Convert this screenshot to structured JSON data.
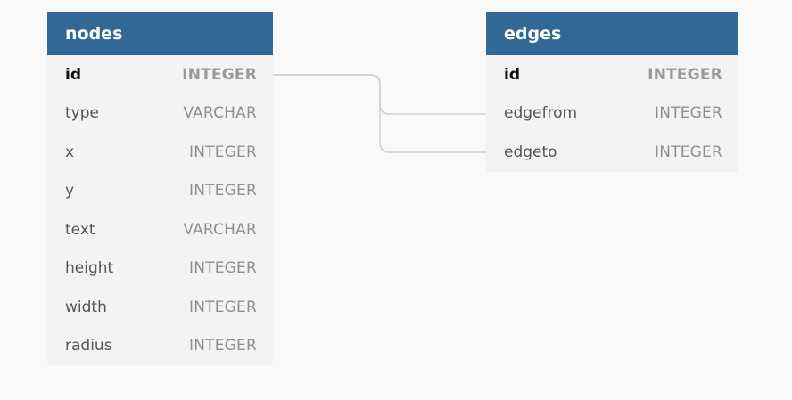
{
  "tables": [
    {
      "name": "nodes",
      "columns": [
        {
          "name": "id",
          "type": "INTEGER",
          "primary": true
        },
        {
          "name": "type",
          "type": "VARCHAR"
        },
        {
          "name": "x",
          "type": "INTEGER"
        },
        {
          "name": "y",
          "type": "INTEGER"
        },
        {
          "name": "text",
          "type": "VARCHAR"
        },
        {
          "name": "height",
          "type": "INTEGER"
        },
        {
          "name": "width",
          "type": "INTEGER"
        },
        {
          "name": "radius",
          "type": "INTEGER"
        }
      ]
    },
    {
      "name": "edges",
      "columns": [
        {
          "name": "id",
          "type": "INTEGER",
          "primary": true
        },
        {
          "name": "edgefrom",
          "type": "INTEGER"
        },
        {
          "name": "edgeto",
          "type": "INTEGER"
        }
      ]
    }
  ],
  "relationships": [
    {
      "from": "nodes.id",
      "to": "edges.edgefrom"
    },
    {
      "from": "nodes.id",
      "to": "edges.edgeto"
    }
  ],
  "colors": {
    "header_bg": "#316896",
    "header_text": "#ffffff",
    "table_bg": "#f3f3f3",
    "canvas_bg": "#f9f9f9",
    "connector": "#cfcfcf"
  }
}
